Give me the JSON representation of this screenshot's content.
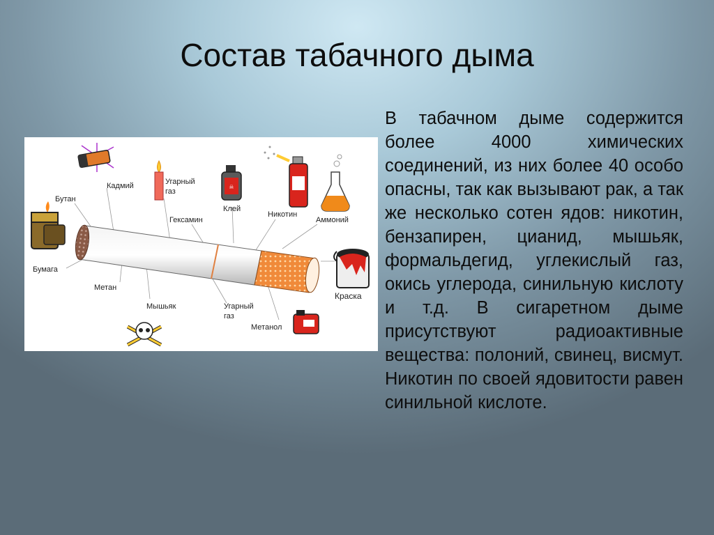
{
  "slide": {
    "title": "Состав табачного дыма",
    "body": "В табачном дыме содержится более 4000 химических соединений, из них более 40 особо опасны, так как вызывают рак, а так же несколько сотен ядов: никотин, бензапирен, цианид, мышьяк, формальдегид, углекислый газ, окись углерода, синильную кислоту и т.д. В сигаретном дыме присутствуют радиоактивные вещества: полоний, свинец, висмут. Никотин по своей ядовитости равен синильной кислоте."
  },
  "illustration": {
    "labels": {
      "cadmium": "Кадмий",
      "co_top_1": "Угарный",
      "co_top_2": "газ",
      "butane": "Бутан",
      "glue": "Клей",
      "hexamine": "Гексамин",
      "nicotine": "Никотин",
      "ammonia": "Аммоний",
      "paper": "Бумага",
      "methane": "Метан",
      "arsenic": "Мышьяк",
      "co_bottom_1": "Угарный",
      "co_bottom_2": "газ",
      "methanol": "Метанол",
      "paint": "Краска"
    },
    "icons": [
      "battery-icon",
      "candle-icon",
      "lighter-icon",
      "glue-bottle-icon",
      "spray-can-icon",
      "flask-icon",
      "paint-can-icon",
      "skull-crossbones-icon",
      "fuel-canister-icon",
      "cigarette-icon"
    ],
    "colors": {
      "filter": "#f08a3a",
      "accent_red": "#d9251d",
      "ash": "#8a5a46"
    }
  }
}
